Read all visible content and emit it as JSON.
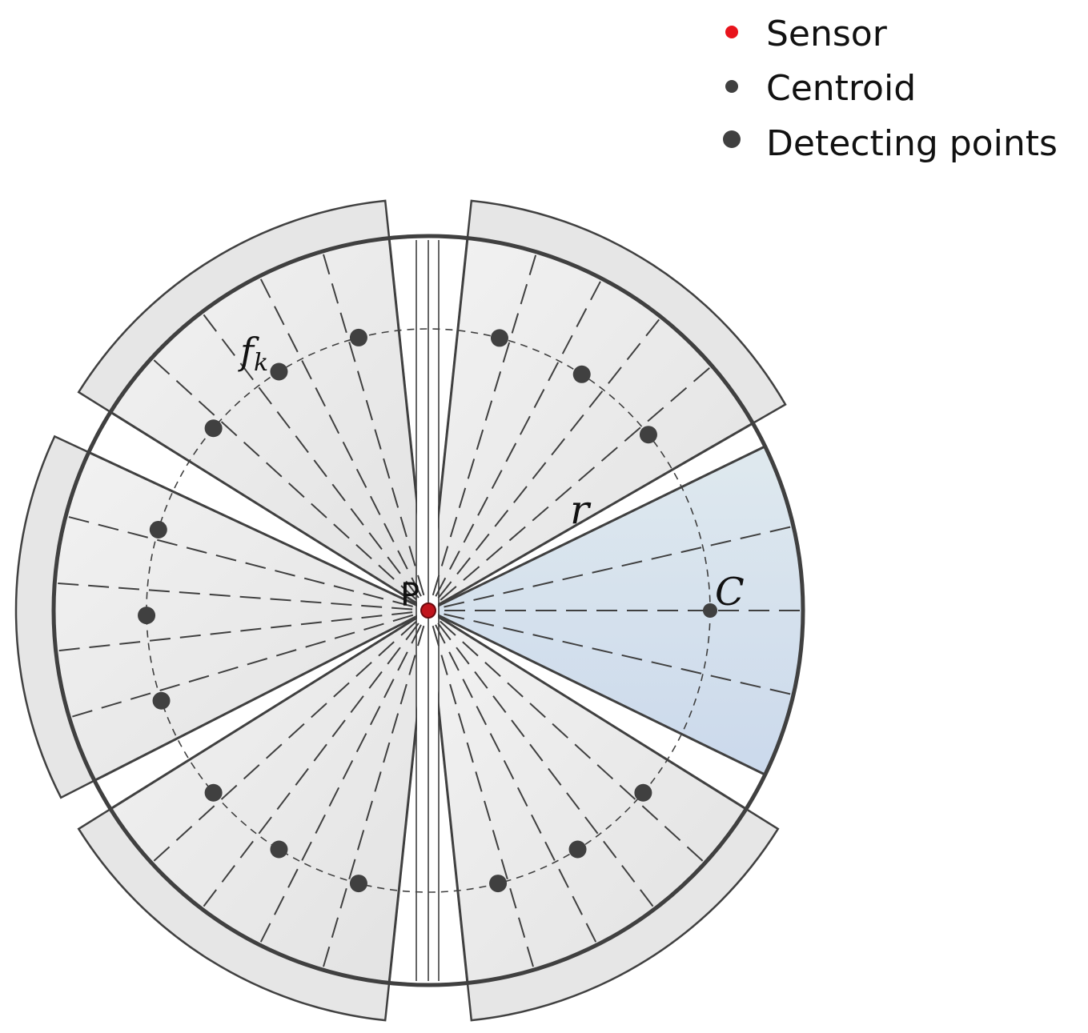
{
  "legend": {
    "items": [
      {
        "label": "Sensor",
        "color": "#e8141c"
      },
      {
        "label": "Centroid",
        "color": "#404040"
      },
      {
        "label": "Detecting points",
        "color": "#404040"
      }
    ]
  },
  "labels": {
    "sector_label_main": "f",
    "sector_label_sub": "k",
    "radius": "r",
    "sensor_point": "P",
    "centroid": "C"
  },
  "colors": {
    "sector_fill": "#ececec",
    "highlight_top": "#dfe9ee",
    "highlight_bottom": "#cfdbec",
    "stroke": "#404040",
    "sensor": "#e8141c"
  }
}
